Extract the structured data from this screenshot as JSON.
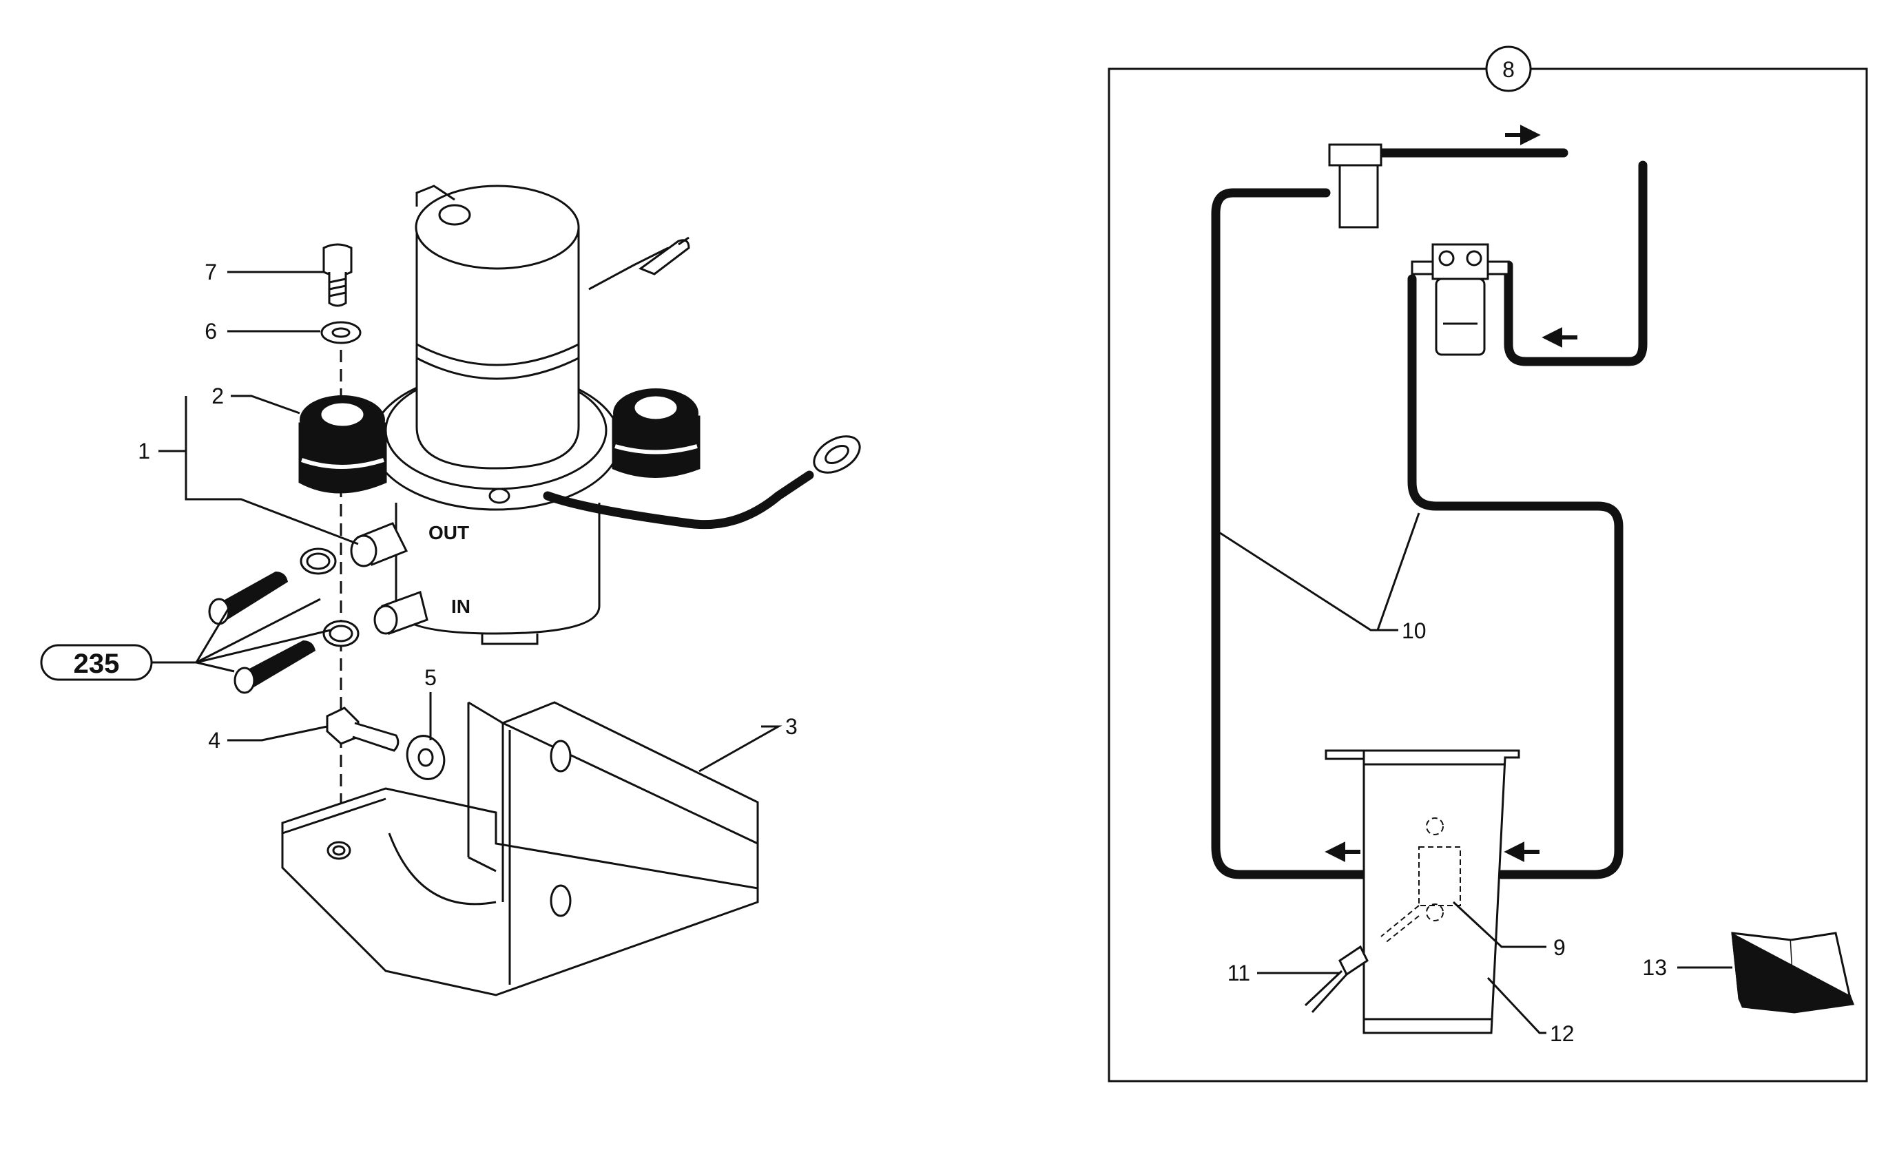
{
  "diagram": {
    "left_callouts": {
      "c1": "1",
      "c2": "2",
      "c3": "3",
      "c4": "4",
      "c5": "5",
      "c6": "6",
      "c7": "7",
      "ref": "235"
    },
    "ports": {
      "out": "OUT",
      "in": "IN"
    },
    "inset": {
      "number": "8",
      "callouts": {
        "c9": "9",
        "c10": "10",
        "c11": "11",
        "c12": "12",
        "c13": "13"
      }
    }
  },
  "colors": {
    "ink": "#111111",
    "background": "#ffffff"
  },
  "icons": [
    "hose-clamp-icon",
    "fuel-filter-icon",
    "manual-book-icon",
    "flow-arrow-icon"
  ]
}
